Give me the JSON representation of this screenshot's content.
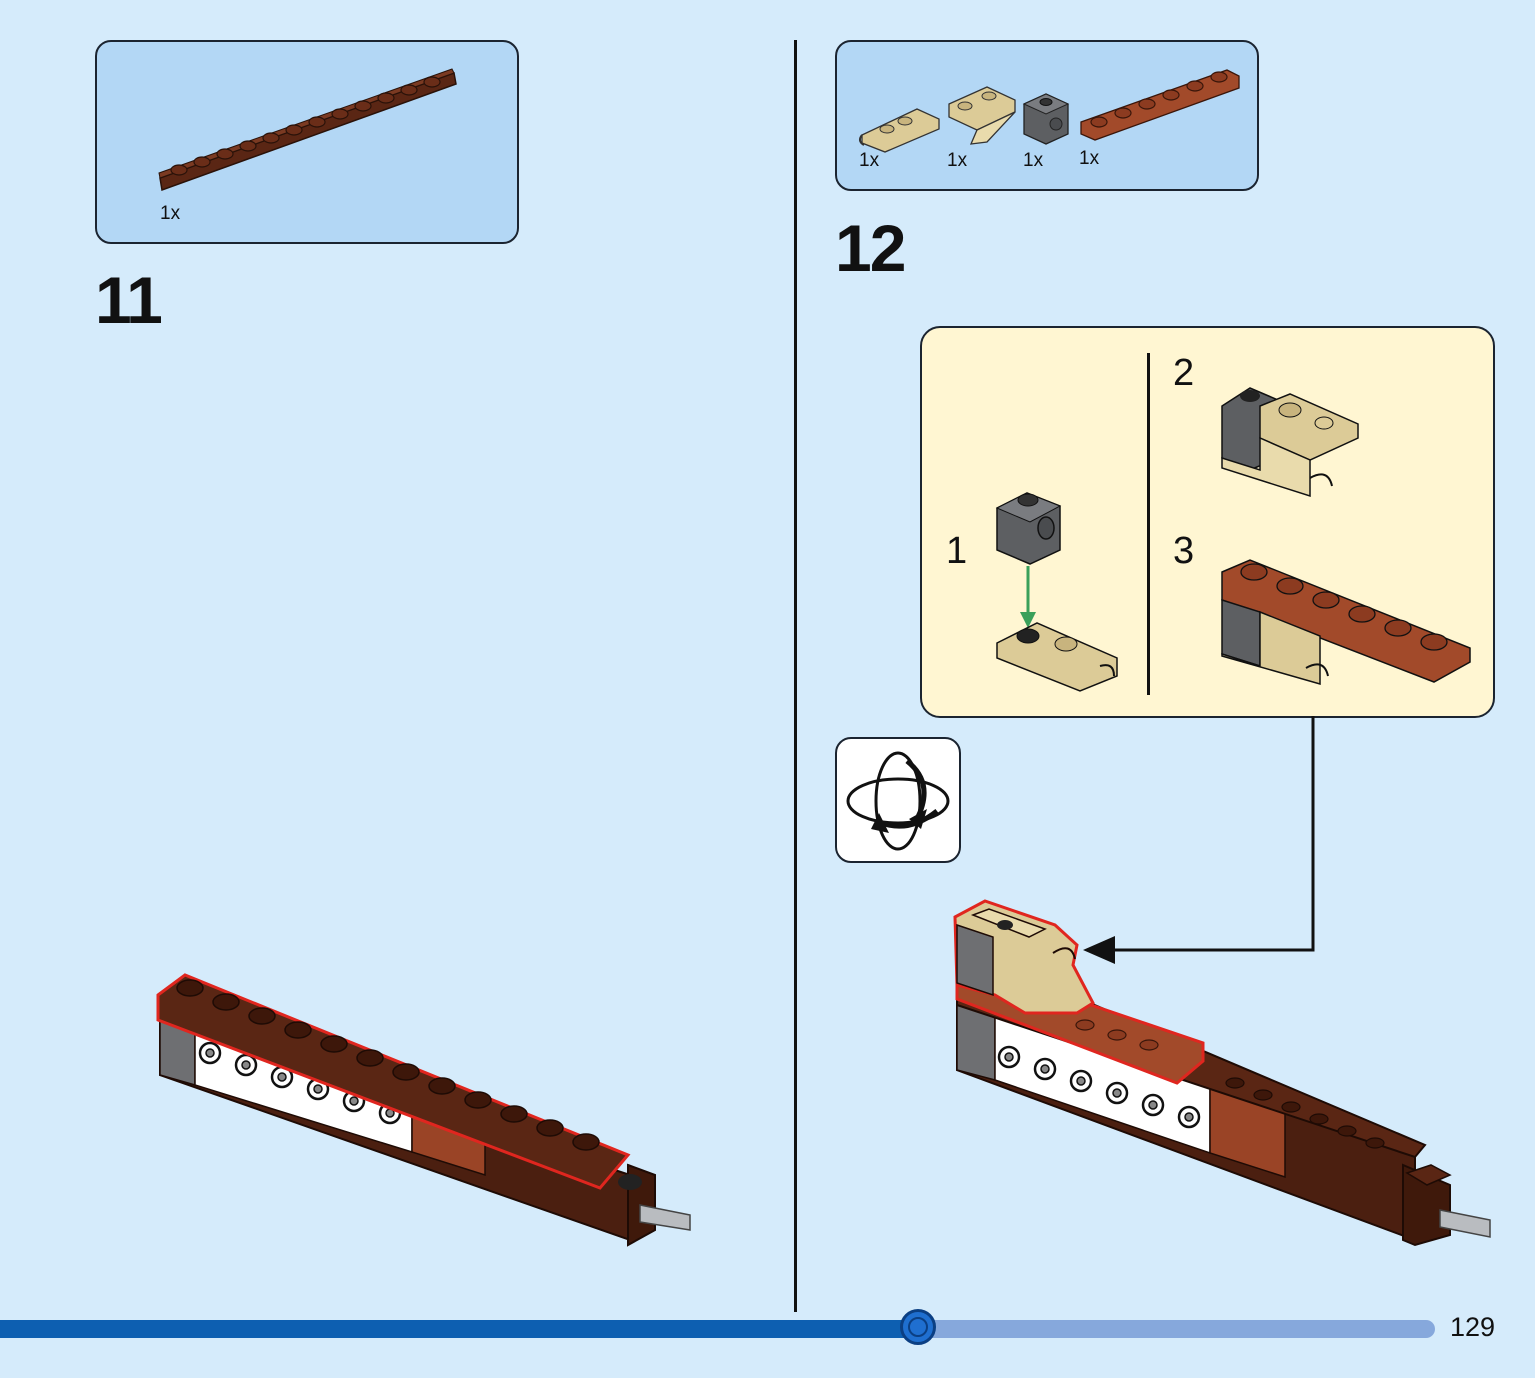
{
  "page": {
    "number": "129",
    "progress": 0.64
  },
  "step11": {
    "number": "11",
    "parts": [
      {
        "qty": "1x",
        "part": "brown-plate-1x12-icon"
      }
    ]
  },
  "step12": {
    "number": "12",
    "parts": [
      {
        "qty": "1x",
        "part": "tan-plate-with-clip-icon"
      },
      {
        "qty": "1x",
        "part": "tan-inverted-slope-icon"
      },
      {
        "qty": "1x",
        "part": "dark-grey-technic-brick-icon"
      },
      {
        "qty": "1x",
        "part": "reddish-brown-plate-1x6-icon"
      }
    ],
    "substeps": [
      {
        "number": "1"
      },
      {
        "number": "2"
      },
      {
        "number": "3"
      }
    ]
  },
  "colors": {
    "background": "#d5ebfb",
    "parts_box": "#b3d7f5",
    "callout": "#fff6d2",
    "brown": "#5a2614",
    "reddish_brown": "#a24a2a",
    "tan": "#dccb97",
    "dark_grey": "#5d5f62",
    "highlight": "#e0261f",
    "arrow_green": "#3aa05a",
    "progress": "#0d5fb1"
  }
}
